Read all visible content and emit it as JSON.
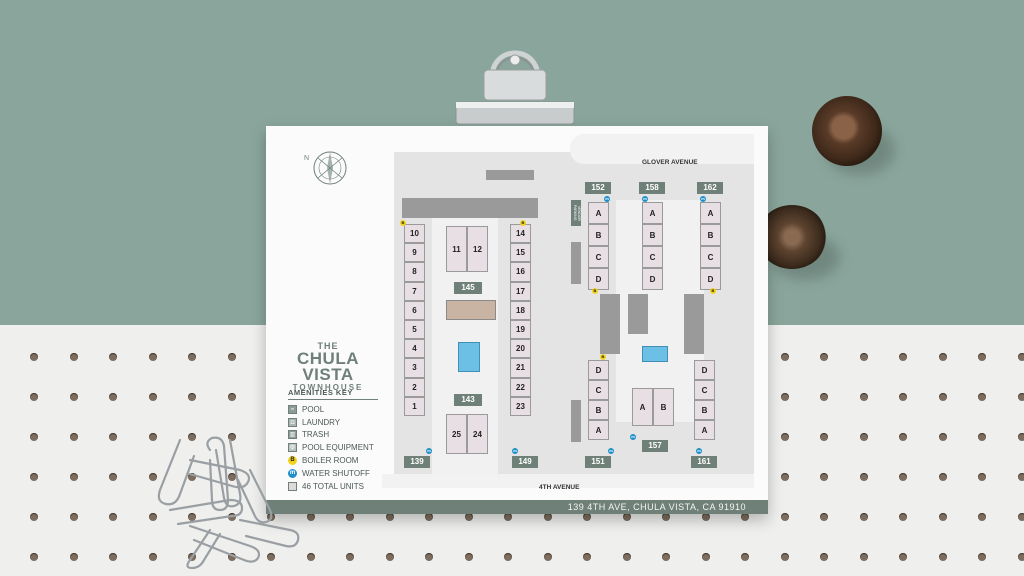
{
  "paper": {
    "title_small": "THE",
    "title_main": "CHULA VISTA",
    "title_sub": "TOWNHOUSE",
    "address": "139 4TH AVE, CHULA VISTA, CA 91910"
  },
  "amenities": {
    "title": "AMENITIES KEY",
    "items": [
      {
        "label": "POOL",
        "icon": "pool-icon"
      },
      {
        "label": "LAUNDRY",
        "icon": "laundry-icon"
      },
      {
        "label": "TRASH",
        "icon": "trash-icon"
      },
      {
        "label": "POOL EQUIPMENT",
        "icon": "pool-equipment-icon"
      },
      {
        "label": "BOILER ROOM",
        "icon": "boiler-room-icon",
        "glyph": "B"
      },
      {
        "label": "WATER SHUTOFF",
        "icon": "water-shutoff-icon",
        "glyph": "m"
      },
      {
        "label": "46 TOTAL UNITS",
        "icon": "unit-icon"
      }
    ]
  },
  "map": {
    "north_label": "N",
    "streets": {
      "top": "GLOVER AVENUE",
      "bottom": "4TH AVENUE",
      "vendor": "VENDOR PARKING"
    },
    "buildings": [
      "152",
      "158",
      "162",
      "145",
      "143",
      "139",
      "149",
      "151",
      "157",
      "161"
    ],
    "units_left_col": [
      "10",
      "9",
      "8",
      "7",
      "6",
      "5",
      "4",
      "3",
      "2",
      "1"
    ],
    "units_mid_col": [
      "14",
      "15",
      "16",
      "17",
      "18",
      "19",
      "20",
      "21",
      "22",
      "23"
    ],
    "units_145": [
      "11",
      "12"
    ],
    "units_139_block": [
      "25",
      "24"
    ],
    "units_upper_abcd": [
      "A",
      "B",
      "C",
      "D"
    ],
    "units_lower_dcba": [
      "D",
      "C",
      "B",
      "A"
    ],
    "units_157": [
      "A",
      "B"
    ]
  },
  "colors": {
    "wall": "#8aa69c",
    "accent": "#6f8079",
    "unit_fill": "#e8dfe5",
    "boiler": "#f3d21c",
    "water": "#1f8fc9",
    "pool": "#6cc0e6"
  }
}
